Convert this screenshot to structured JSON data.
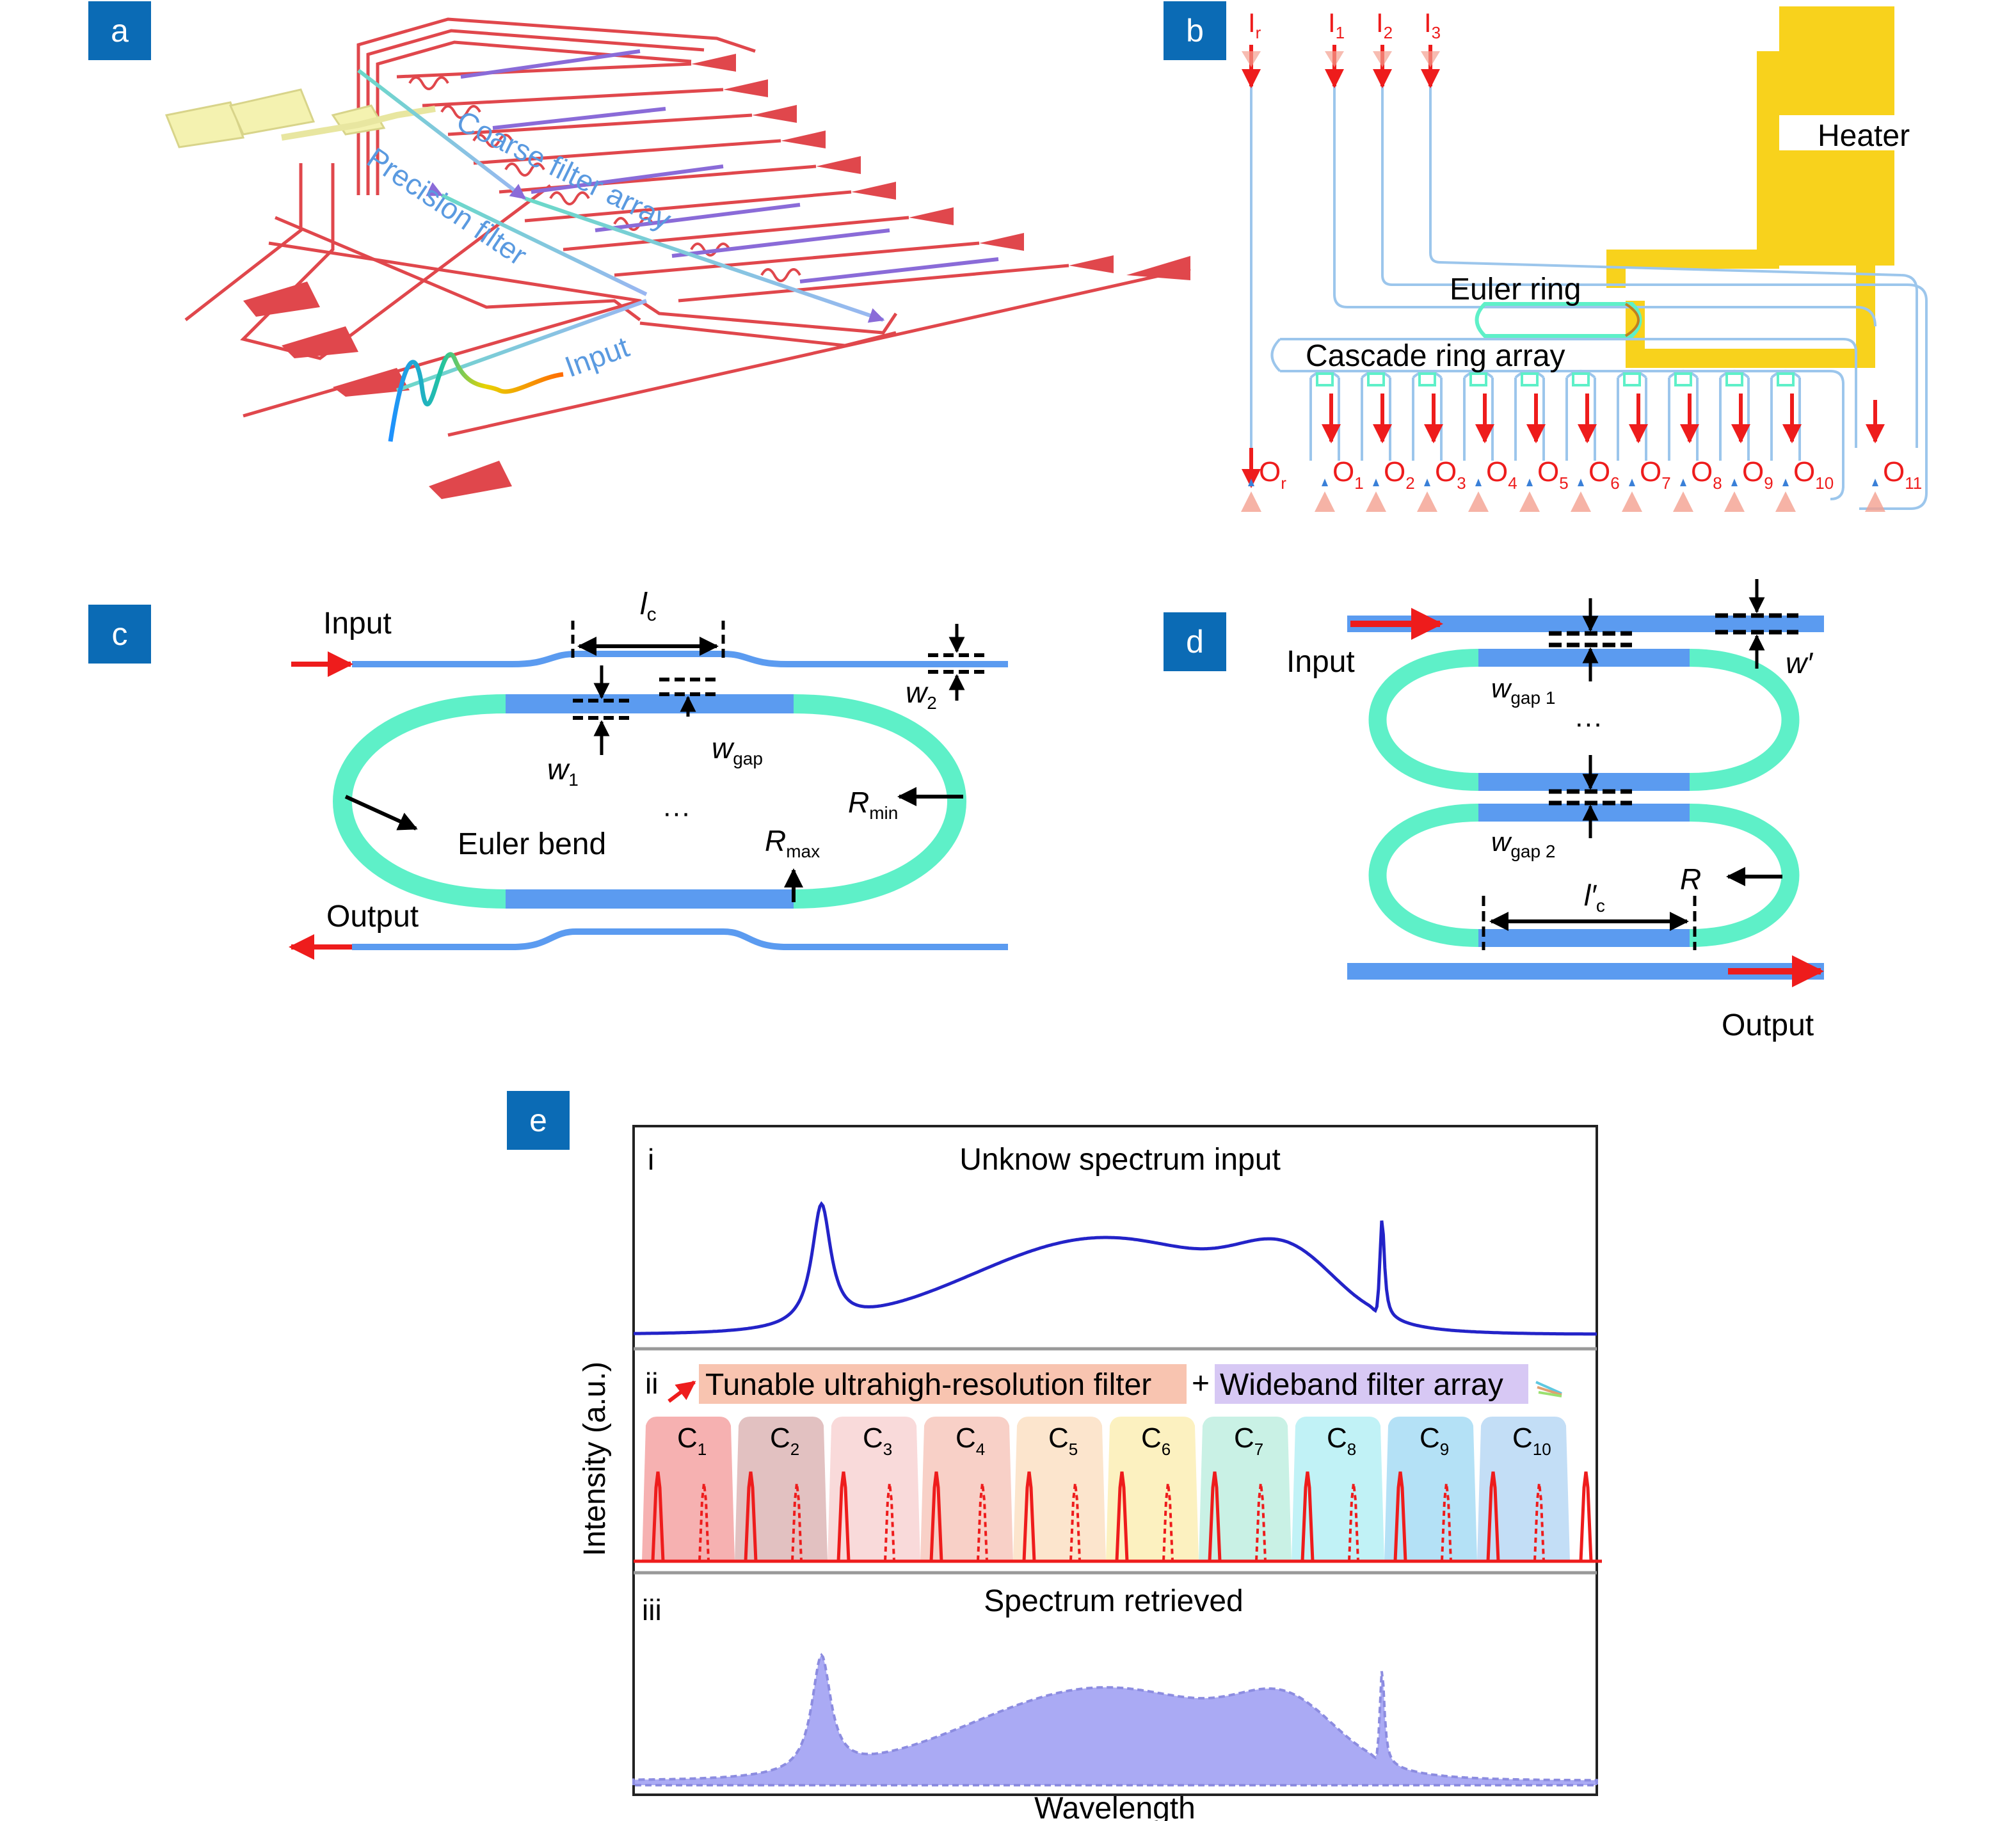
{
  "panels": {
    "a": {
      "tag": "a",
      "labels": {
        "coarse": "Coarse filter array",
        "precision": "Precision filter",
        "input": "Input"
      }
    },
    "b": {
      "tag": "b",
      "inputs": [
        {
          "letter": "I",
          "sub": "r"
        },
        {
          "letter": "I",
          "sub": "1"
        },
        {
          "letter": "I",
          "sub": "2"
        },
        {
          "letter": "I",
          "sub": "3"
        }
      ],
      "heater": "Heater",
      "euler_ring": "Euler ring",
      "cascade": "Cascade ring array",
      "outputs": [
        {
          "letter": "O",
          "sub": "r"
        },
        {
          "letter": "O",
          "sub": "1"
        },
        {
          "letter": "O",
          "sub": "2"
        },
        {
          "letter": "O",
          "sub": "3"
        },
        {
          "letter": "O",
          "sub": "4"
        },
        {
          "letter": "O",
          "sub": "5"
        },
        {
          "letter": "O",
          "sub": "6"
        },
        {
          "letter": "O",
          "sub": "7"
        },
        {
          "letter": "O",
          "sub": "8"
        },
        {
          "letter": "O",
          "sub": "9"
        },
        {
          "letter": "O",
          "sub": "10"
        },
        {
          "letter": "O",
          "sub": "11"
        }
      ]
    },
    "c": {
      "tag": "c",
      "input": "Input",
      "output": "Output",
      "lc": {
        "main": "l",
        "sub": "c"
      },
      "w2": {
        "main": "w",
        "sub": "2"
      },
      "w1": {
        "main": "w",
        "sub": "1"
      },
      "wgap": {
        "main": "w",
        "sub": "gap"
      },
      "euler_bend": "Euler bend",
      "dots": "···",
      "rmin": {
        "main": "R",
        "sub": "min"
      },
      "rmax": {
        "main": "R",
        "sub": "max"
      }
    },
    "d": {
      "tag": "d",
      "input": "Input",
      "output": "Output",
      "wprime": "w′",
      "wgap1": {
        "main": "w",
        "sub": "gap 1"
      },
      "wgap2": {
        "main": "w",
        "sub": "gap 2"
      },
      "dots": "···",
      "r": "R",
      "lc": {
        "main": "l′",
        "sub": "c"
      }
    },
    "e": {
      "tag": "e",
      "ylabel": "Intensity (a.u.)",
      "xlabel": "Wavelength",
      "sub_i": {
        "num": "i",
        "title": "Unknow spectrum input"
      },
      "sub_ii": {
        "num": "ii",
        "filter_label": "Tunable ultrahigh-resolution filter",
        "plus": "+",
        "array_label": "Wideband filter array",
        "channels": [
          {
            "letter": "C",
            "sub": "1",
            "color": "#f4a3a3"
          },
          {
            "letter": "C",
            "sub": "2",
            "color": "#ddb6b6"
          },
          {
            "letter": "C",
            "sub": "3",
            "color": "#f8d3d3"
          },
          {
            "letter": "C",
            "sub": "4",
            "color": "#f7c8bd"
          },
          {
            "letter": "C",
            "sub": "5",
            "color": "#fbe1c4"
          },
          {
            "letter": "C",
            "sub": "6",
            "color": "#fbeeb5"
          },
          {
            "letter": "C",
            "sub": "7",
            "color": "#bfefe0"
          },
          {
            "letter": "C",
            "sub": "8",
            "color": "#b6f0f4"
          },
          {
            "letter": "C",
            "sub": "9",
            "color": "#a7dcf4"
          },
          {
            "letter": "C",
            "sub": "10",
            "color": "#b9d8f4"
          }
        ]
      },
      "sub_iii": {
        "num": "iii",
        "title": "Spectrum retrieved"
      }
    }
  },
  "colors": {
    "panel_tag": "#0b6bb5",
    "waveguide_blue": "#5b9bf0",
    "ring_green": "#5ef0c8",
    "arrow_red": "#ee1c1c",
    "chip_red": "#e0474c",
    "heater": "#f8d21c",
    "spectrum_line": "#2323c8",
    "retrieved_fill": "#aaaaf4"
  }
}
